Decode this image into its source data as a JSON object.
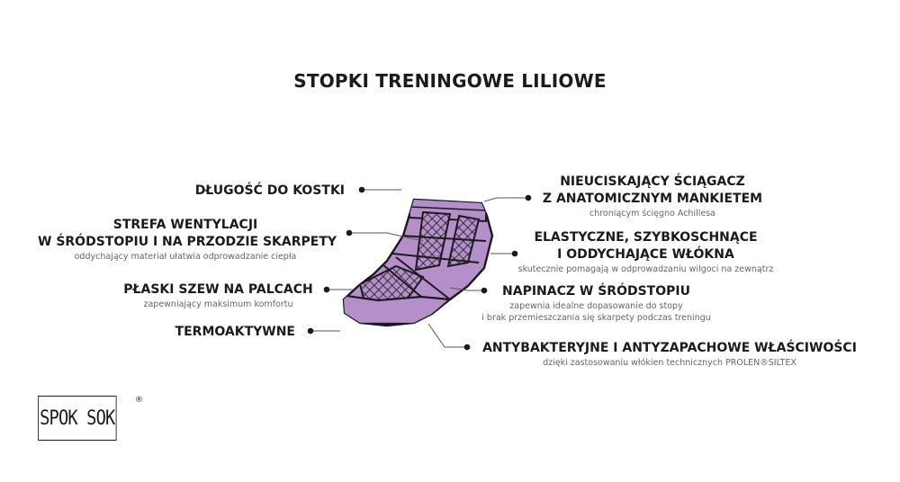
{
  "title": "STOPKI TRENINGOWE LILIOWE",
  "colors": {
    "sock": "#b48fca",
    "sock_dark": "#8e6aa6",
    "outline": "#1b1b1b",
    "accent": "#cf6a4d"
  },
  "features": {
    "length": {
      "title": "DŁUGOŚĆ DO KOSTKI"
    },
    "ventilation": {
      "title1": "STREFA WENTYLACJI",
      "title2": "W ŚRÓDSTOPIU I NA PRZODZIE SKARPETY",
      "sub": "oddychający materiał ułatwia odprowadzanie ciepła"
    },
    "seam": {
      "title": "PŁASKI SZEW NA PALCACH",
      "sub": "zapewniający maksimum komfortu"
    },
    "thermo": {
      "title": "TERMOAKTYWNE"
    },
    "cuff": {
      "title1": "NIEUCISKAJĄCY ŚCIĄGACZ",
      "title2": "Z ANATOMICZNYM MANKIETEM",
      "sub": "chroniącym ścięgno Achillesa"
    },
    "elastic": {
      "title1": "ELASTYCZNE, SZYBKOSCHNĄCE",
      "title2": "I ODDYCHAJĄCE WŁÓKNA",
      "sub": "skutecznie pomagają w odprowadzaniu wilgoci na zewnątrz"
    },
    "tension": {
      "title": "NAPINACZ W ŚRÓDSTOPIU",
      "sub1": "zapewnia idealne dopasowanie do stopy",
      "sub2": "i brak przemieszczania się skarpety podczas treningu"
    },
    "antibac": {
      "title": "ANTYBAKTERYJNE I ANTYZAPACHOWE WŁAŚCIWOŚCI",
      "sub": "dzięki zastosowaniu włókien technicznych PROLEN®SILTEX"
    }
  },
  "logo": {
    "text": "SPOK SOK",
    "reg": "®"
  }
}
